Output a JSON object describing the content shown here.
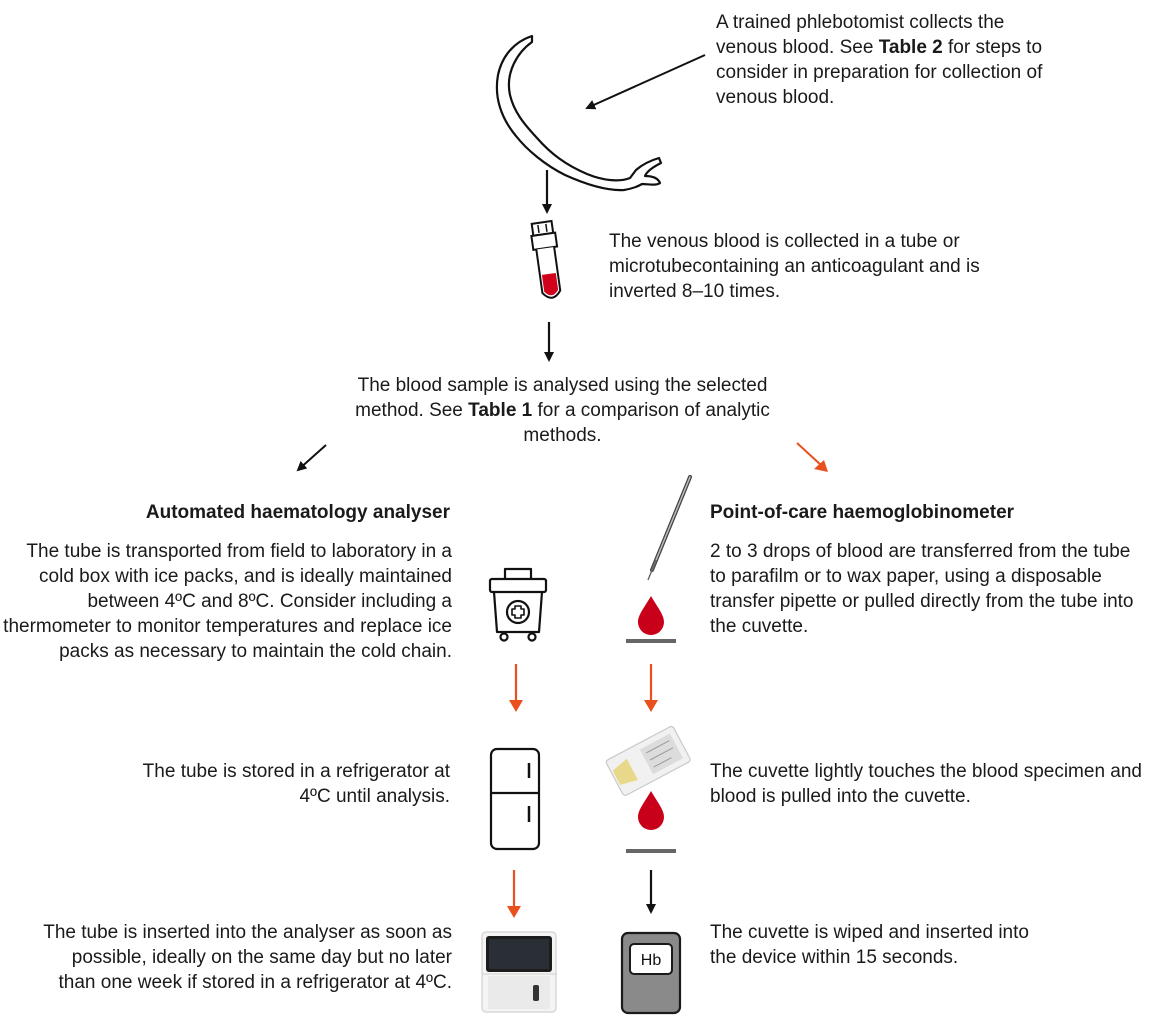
{
  "step1": {
    "before": "A trained phlebotomist collects the venous blood. See ",
    "bold": "Table 2",
    "after": " for steps to consider in preparation for collection of venous blood."
  },
  "step2": {
    "text": "The venous blood is collected in a tube or microtubecontaining an anticoagulant and is inverted 8–10 times."
  },
  "step3": {
    "before": "The blood sample is analysed using the selected method. See ",
    "bold": "Table 1",
    "after": " for a comparison of analytic methods."
  },
  "left_branch": {
    "heading": "Automated haematology analyser",
    "transport": "The tube is transported from field to laboratory in a cold box with ice packs, and is ideally maintained between 4ºC and 8ºC. Consider including  a thermometer to monitor temperatures and replace ice packs as necessary to maintain the cold chain.",
    "storage": "The tube is stored in a refrigerator at 4ºC until analysis.",
    "analysis": "The tube is inserted into the analyser as soon as possible, ideally on the same day but no later than one week if stored in a refrigerator at 4ºC."
  },
  "right_branch": {
    "heading": "Point-of-care haemoglobinometer",
    "transfer": "2 to 3 drops of blood are transferred from the tube to parafilm or to wax paper, using a disposable transfer pipette or pulled directly from the tube into the cuvette.",
    "cuvette": "The cuvette lightly touches the blood specimen and blood is pulled into the cuvette.",
    "insert": "The cuvette is wiped and inserted into the device within 15 seconds.",
    "device_label": "Hb"
  },
  "colors": {
    "text": "#1a1a1a",
    "arrow_black": "#111111",
    "arrow_orange": "#e8501e",
    "blood": "#d0021b",
    "device_gray": "#8a8a8a"
  },
  "icons": [
    "arm-icon",
    "blood-tube-icon",
    "cold-box-icon",
    "refrigerator-icon",
    "analyser-icon",
    "needle-icon",
    "blood-drop-icon",
    "cuvette-icon",
    "haemoglobinometer-icon"
  ]
}
